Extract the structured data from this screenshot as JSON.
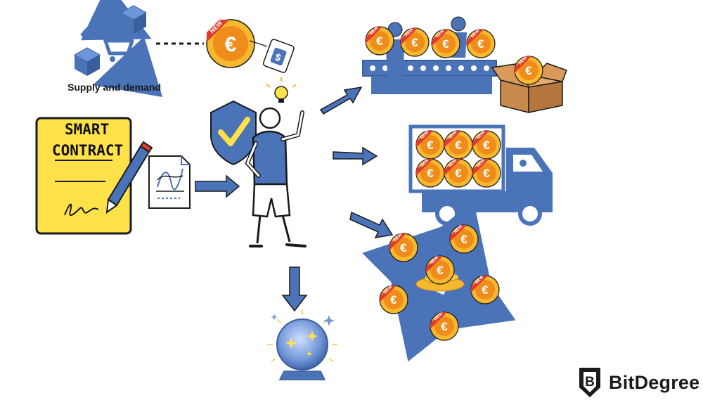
{
  "labels": {
    "supply_demand": "Supply and demand",
    "contract_line1": "SMART",
    "contract_line2": "CONTRACT",
    "coin_badge": "NEW",
    "coin_symbol": "€",
    "price_tag_symbol": "$"
  },
  "brand": {
    "name": "BitDegree",
    "logo_letter": "B"
  },
  "colors": {
    "blue": "#4a73b8",
    "dark_blue": "#3a5d9c",
    "gold": "#f5b82e",
    "orange": "#f08c1a",
    "red_ribbon": "#e03a2f",
    "yellow_paper": "#ffe14a",
    "outline": "#1a1a1a"
  },
  "icons": [
    "supply-cycle-icon",
    "coin-price-tag-icon",
    "smart-contract-icon",
    "chart-paper-icon",
    "shield-check-icon",
    "lightbulb-icon",
    "person-icon",
    "factory-conveyor-icon",
    "delivery-truck-icon",
    "coin-cycle-icon",
    "crystal-ball-icon",
    "bitdegree-logo-icon"
  ]
}
